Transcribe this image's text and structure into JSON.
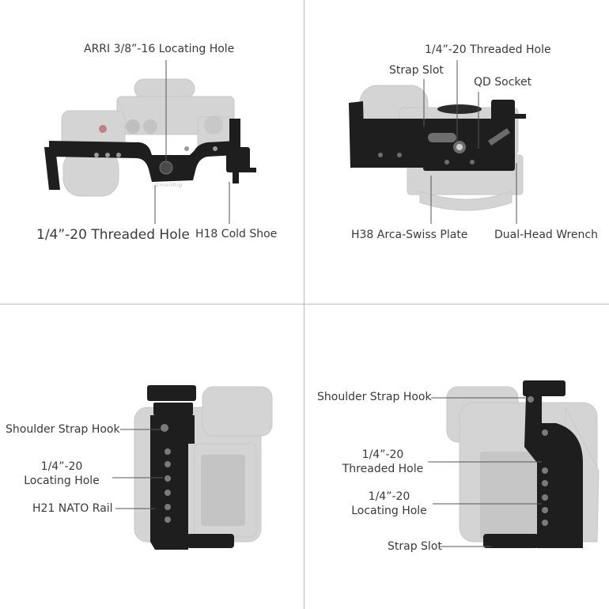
{
  "panels": {
    "top_left": {
      "labels": {
        "arri_hole": "ARRI 3/8”-16 Locating Hole",
        "threaded_hole": "1/4”-20 Threaded Hole",
        "cold_shoe": "H18 Cold Shoe"
      },
      "brand_mark": "SmallRig"
    },
    "top_right": {
      "labels": {
        "threaded_hole": "1/4”-20 Threaded Hole",
        "strap_slot": "Strap Slot",
        "qd_socket": "QD Socket",
        "arca_plate": "H38 Arca-Swiss Plate",
        "wrench": "Dual-Head Wrench"
      }
    },
    "bottom_left": {
      "labels": {
        "strap_hook": "Shoulder Strap Hook",
        "locating_hole_line1": "1/4”-20",
        "locating_hole_line2": "Locating Hole",
        "nato_rail": "H21 NATO Rail"
      }
    },
    "bottom_right": {
      "labels": {
        "strap_hook": "Shoulder Strap Hook",
        "threaded_hole_line1": "1/4”-20",
        "threaded_hole_line2": "Threaded Hole",
        "locating_hole_line1": "1/4”-20",
        "locating_hole_line2": "Locating Hole",
        "strap_slot": "Strap Slot"
      }
    }
  },
  "colors": {
    "camera_ghost": "#d4d4d4",
    "cage_black": "#1e1e1e",
    "leader_line": "#555555",
    "divider": "#b9b9b9"
  }
}
